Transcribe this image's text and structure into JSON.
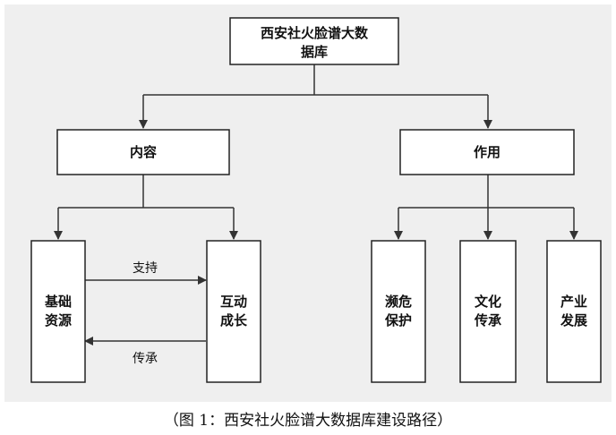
{
  "diagram": {
    "root": {
      "lines": [
        "西安社火脸谱大数",
        "据库"
      ]
    },
    "branch_left": {
      "lines": [
        "内容"
      ]
    },
    "branch_right": {
      "lines": [
        "作用"
      ]
    },
    "leaf_basic": {
      "lines": [
        "基础",
        "资源"
      ]
    },
    "leaf_interactive": {
      "lines": [
        "互动",
        "成长"
      ]
    },
    "leaf_protect": {
      "lines": [
        "濒危",
        "保护"
      ]
    },
    "leaf_culture": {
      "lines": [
        "文化",
        "传承"
      ]
    },
    "leaf_industry": {
      "lines": [
        "产业",
        "发展"
      ]
    },
    "edge_support": "支持",
    "edge_inherit": "传承"
  },
  "caption": "（图 1：西安社火脸谱大数据库建设路径）"
}
